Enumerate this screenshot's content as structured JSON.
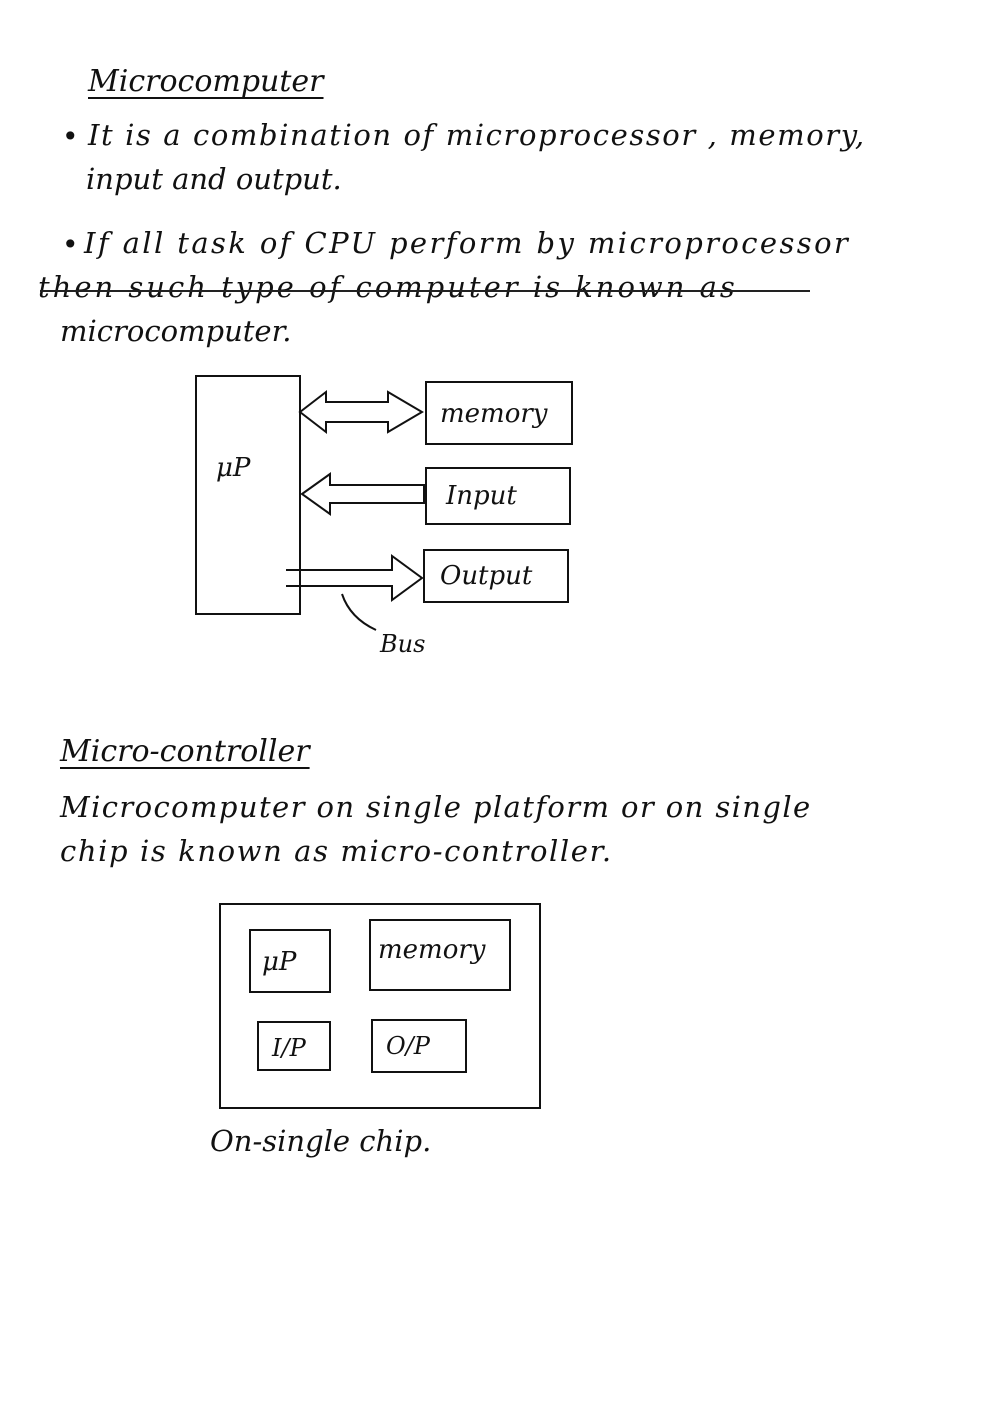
{
  "section1": {
    "heading": "Microcomputer",
    "bullet1_line1": "It is a combination of microprocessor , memory,",
    "bullet1_line2": "input and output.",
    "bullet2_line1": "If all task of CPU perform by microprocessor",
    "bullet2_line2": "then such type of computer is known as",
    "bullet2_line3": "microcomputer."
  },
  "diagram1": {
    "processor": "μP",
    "memory": "memory",
    "input": "Input",
    "output": "Output",
    "bus": "Bus"
  },
  "section2": {
    "heading": "Micro-controller",
    "line1": "Microcomputer on single platform or on single",
    "line2": "chip is known as micro-controller."
  },
  "diagram2": {
    "processor": "μP",
    "memory": "memory",
    "input": "I/P",
    "output": "O/P",
    "caption": "On-single chip."
  }
}
